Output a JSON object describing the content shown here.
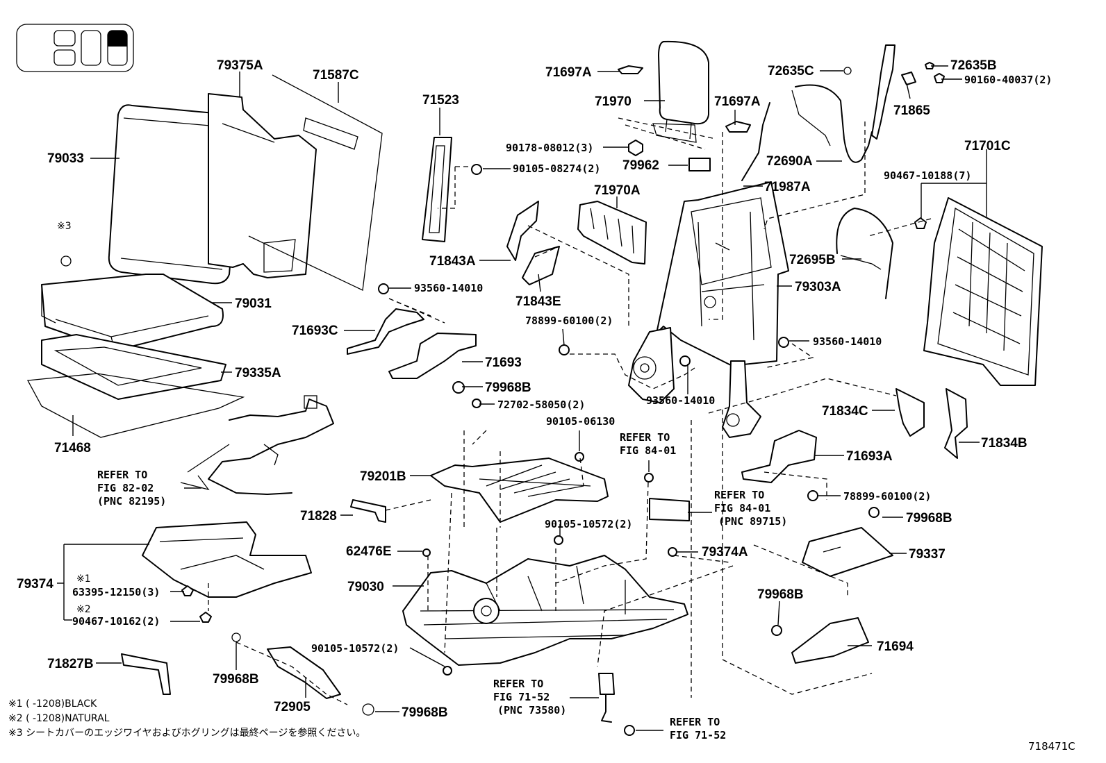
{
  "figure_id": "718471C",
  "labels": {
    "p79375A": "79375A",
    "p71587C": "71587C",
    "p79033": "79033",
    "p79031": "79031",
    "p79335A": "79335A",
    "p71468": "71468",
    "mark3": "※3",
    "p71523": "71523",
    "b90105_08274": "90105-08274(2)",
    "p71697A_1": "71697A",
    "p71970": "71970",
    "p71697A_2": "71697A",
    "b90178_08012": "90178-08012(3)",
    "p79962": "79962",
    "p71987A": "71987A",
    "p72635C": "72635C",
    "p72635B": "72635B",
    "b90160_40037": "90160-40037(2)",
    "p71865": "71865",
    "p72690A": "72690A",
    "p71701C": "71701C",
    "b90467_10188": "90467-10188(7)",
    "p71970A": "71970A",
    "p72695B": "72695B",
    "p71843A": "71843A",
    "p71843E": "71843E",
    "b93560_14010_a": "93560-14010",
    "p79303A": "79303A",
    "b78899_60100_a": "78899-60100(2)",
    "p71693C": "71693C",
    "p71693": "71693",
    "b93560_14010_b": "93560-14010",
    "b93560_14010_c": "93560-14010",
    "p79968B_a": "79968B",
    "b72702_58050": "72702-58050(2)",
    "b90105_06130": "90105-06130",
    "p71834C": "71834C",
    "p71834B": "71834B",
    "p71693A": "71693A",
    "b78899_60100_b": "78899-60100(2)",
    "p79201B": "79201B",
    "p71828": "71828",
    "b90105_10572_a": "90105-10572(2)",
    "p62476E": "62476E",
    "p79374A": "79374A",
    "p79968B_b": "79968B",
    "p79337": "79337",
    "p79374": "79374",
    "b63395_12150": "63395-12150(3)",
    "b90467_10162": "90467-10162(2)",
    "mark1": "※1",
    "mark2": "※2",
    "p79030": "79030",
    "p79968B_c": "79968B",
    "p71694": "71694",
    "b90105_10572_b": "90105-10572(2)",
    "p71827B": "71827B",
    "p79968B_d": "79968B",
    "p72905": "72905",
    "p79968B_e": "79968B"
  },
  "refs": {
    "fig8202": [
      "REFER TO",
      "FIG 82-02",
      "(PNC 82195)"
    ],
    "fig8401_a": [
      "REFER TO",
      "FIG 84-01"
    ],
    "fig8401_b": [
      "REFER TO",
      "FIG 84-01",
      "(PNC 89715)"
    ],
    "fig7152_a": [
      "REFER TO",
      "FIG 71-52",
      "(PNC 73580)"
    ],
    "fig7152_b": [
      "REFER TO",
      "FIG 71-52"
    ]
  },
  "notes": [
    "※1 (      -1208)BLACK",
    "※2 (      -1208)NATURAL",
    "※3 シートカバーのエッジワイヤおよびホグリングは最終ページを参照ください。"
  ],
  "locator_icon": {
    "highlighted_seat": "right"
  }
}
